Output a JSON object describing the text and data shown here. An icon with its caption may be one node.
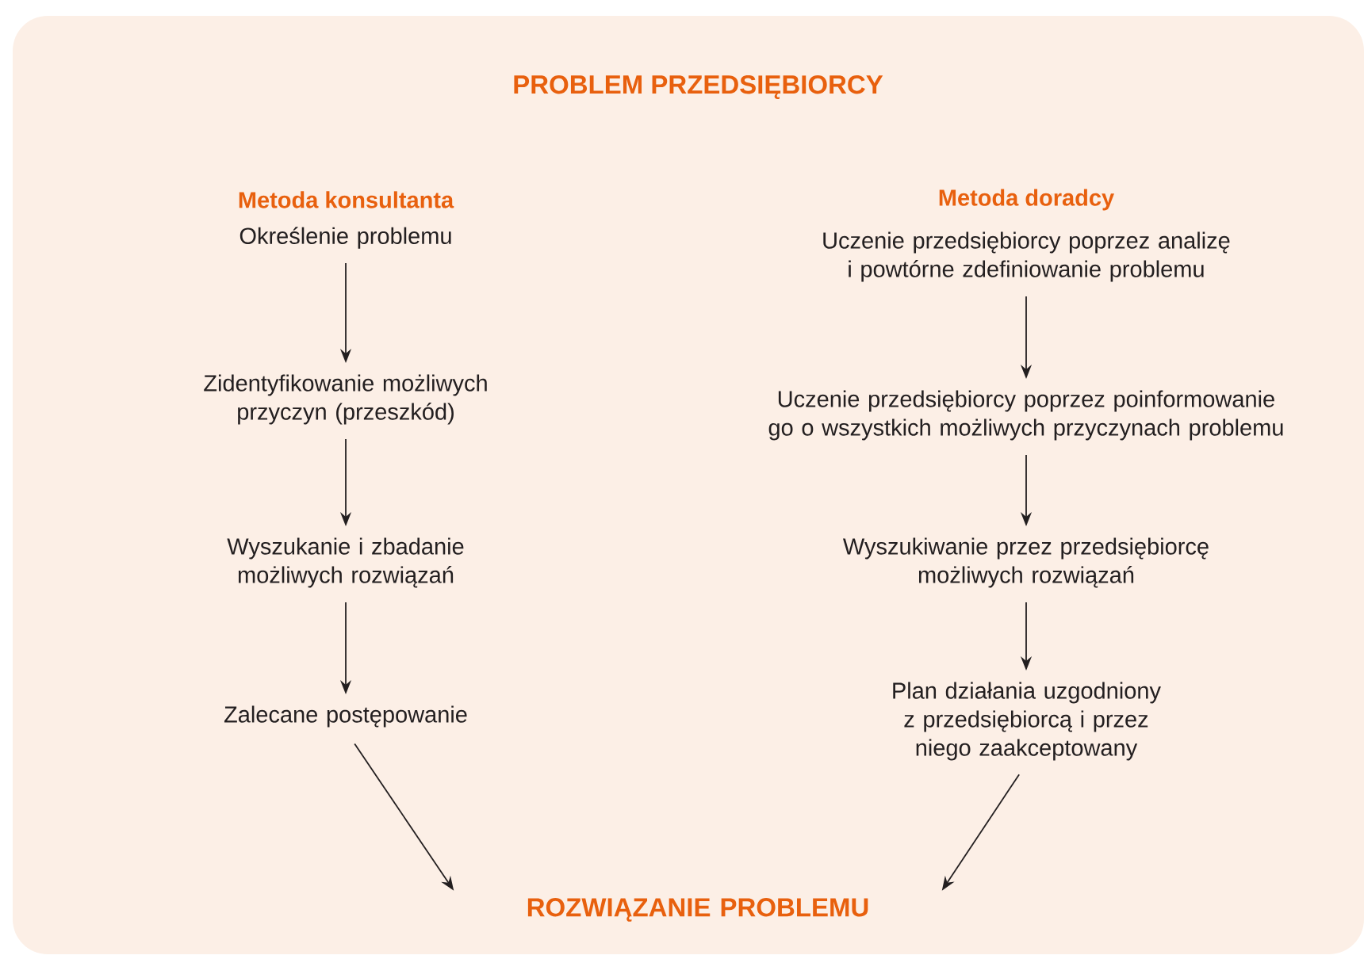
{
  "diagram": {
    "title": "PROBLEM PRZEDSIĘBIORCY",
    "nodes": [
      {
        "text": [
          "Określenie problemu"
        ]
      },
      {
        "text": [
          "Zidentyfikowanie możliwych przyczyn (przeszkód)"
        ]
      },
      {
        "text": [
          "Wyszukanie i zbadanie możliwych rozwiązań"
        ]
      },
      {
        "text": [
          "Zalecane postępowanie"
        ]
      },
      {
        "text": [
          "Uczenie przedsiębiorcy poprzez analizę i powtórne zdefiniowanie problemu"
        ]
      },
      {
        "text": [
          "Uczenie przedsiębiorcy poprzez poinformowanie go o wszystkich możliwych przyczynach problemu"
        ]
      },
      {
        "text": [
          "Wyszukiwanie przez przedsiębiorcę możliwych rozwiązań"
        ]
      },
      {
        "text": [
          "Plan działania uzgodniony z przedsiębiorcą i przez niego zaakceptowany"
        ]
      },
      {
        "text": [
          "ROZWIĄZANIE PROBLEMU"
        ]
      }
    ],
    "edges": [
      {
        "from": 0,
        "to": 1,
        "arrow": "to"
      },
      {
        "from": 1,
        "to": 2,
        "arrow": "to"
      },
      {
        "from": 2,
        "to": 3,
        "arrow": "to"
      },
      {
        "from": 3,
        "to": 8,
        "arrow": "to"
      },
      {
        "from": 4,
        "to": 5,
        "arrow": "to"
      },
      {
        "from": 5,
        "to": 6,
        "arrow": "to"
      },
      {
        "from": 6,
        "to": 7,
        "arrow": "to"
      },
      {
        "from": 7,
        "to": 8,
        "arrow": "to"
      }
    ],
    "labels": [
      "Metoda konsultanta",
      "Metoda doradcy"
    ]
  }
}
